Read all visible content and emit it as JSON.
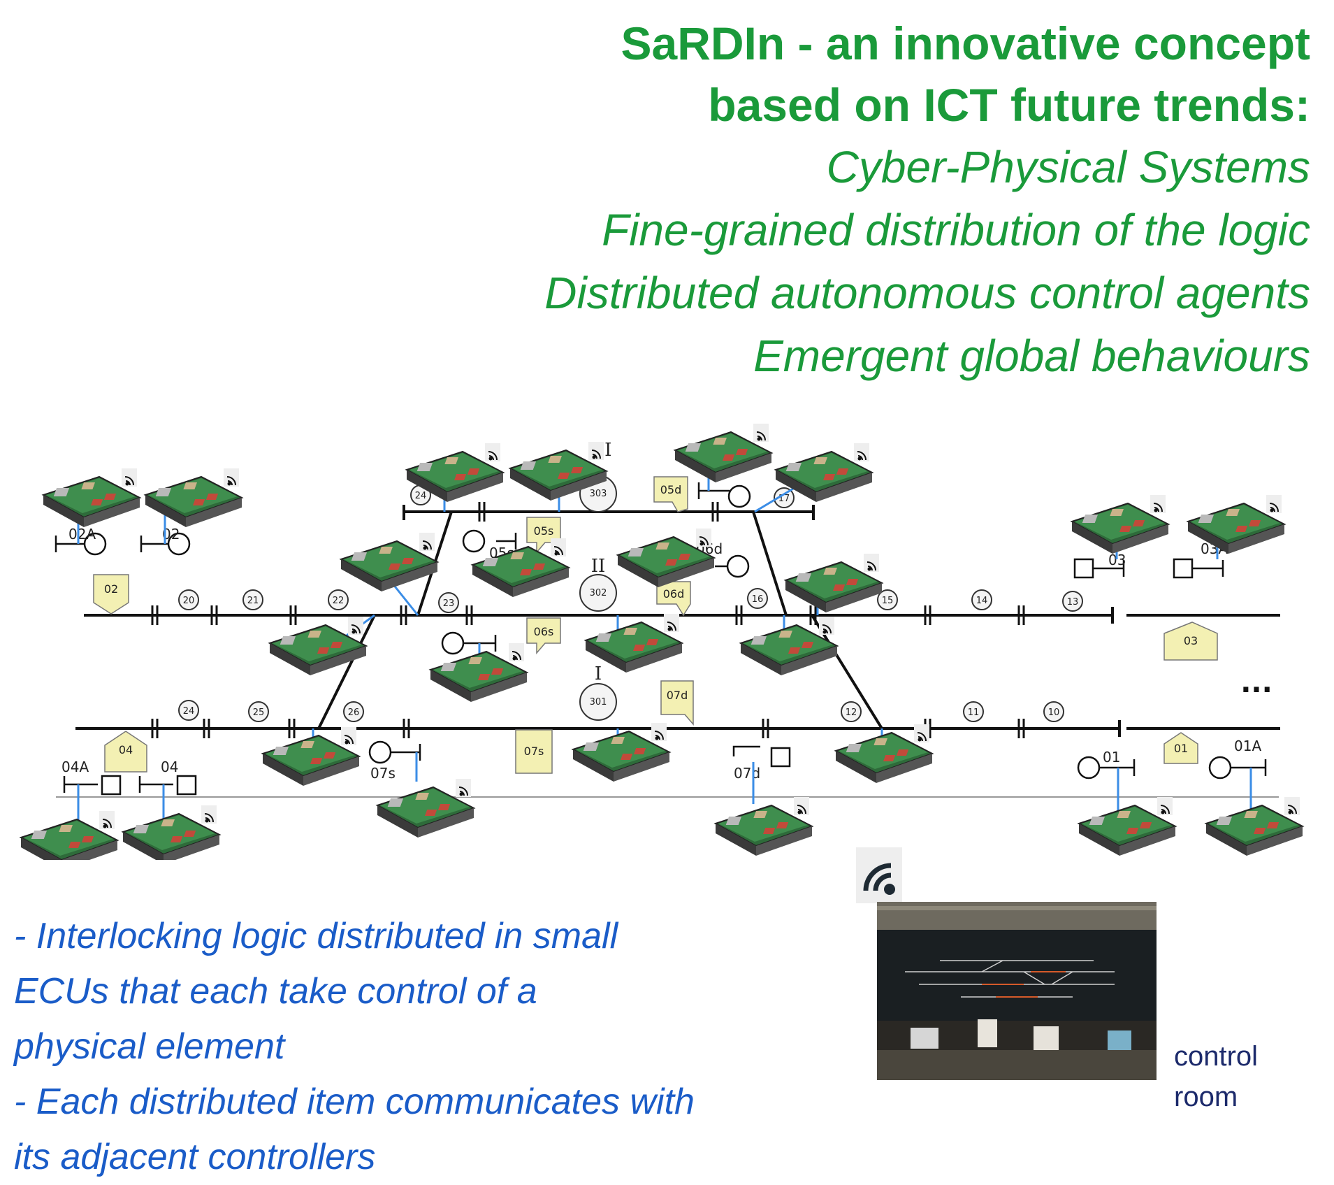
{
  "title": {
    "line1": "SaRDIn - an innovative concept",
    "line2": "based on ICT future trends:",
    "items": [
      "Cyber-Physical Systems",
      "Fine-grained distribution of the logic",
      "Distributed autonomous control agents",
      "Emergent global behaviours"
    ]
  },
  "bullets": [
    "-  Interlocking logic distributed in small",
    "ECUs that each take control of a",
    "physical element",
    "-  Each distributed item communicates with",
    "its adjacent controllers"
  ],
  "control_room": {
    "line1": "control",
    "line2": "room"
  },
  "diagram": {
    "track_circuits": [
      "20",
      "21",
      "22",
      "23",
      "302",
      "16",
      "15",
      "14",
      "13",
      "24",
      "303",
      "17",
      "24",
      "25",
      "26",
      "301",
      "12",
      "11",
      "10"
    ],
    "track_roman": [
      "III",
      "II",
      "I"
    ],
    "signals": [
      "02A",
      "02",
      "05s",
      "06d",
      "03",
      "03A",
      "07s",
      "07d",
      "04A",
      "04",
      "01",
      "01A"
    ],
    "route_tags": [
      "02",
      "05s",
      "05d",
      "06s",
      "06d",
      "07s",
      "07d",
      "03",
      "04",
      "01"
    ],
    "ellipsis": "..."
  },
  "colors": {
    "title": "#1a9a3a",
    "bullets": "#1a5cc8",
    "room_label": "#1c2a6b",
    "link": "#3b8de6",
    "tag_fill": "#f3f0b3"
  }
}
